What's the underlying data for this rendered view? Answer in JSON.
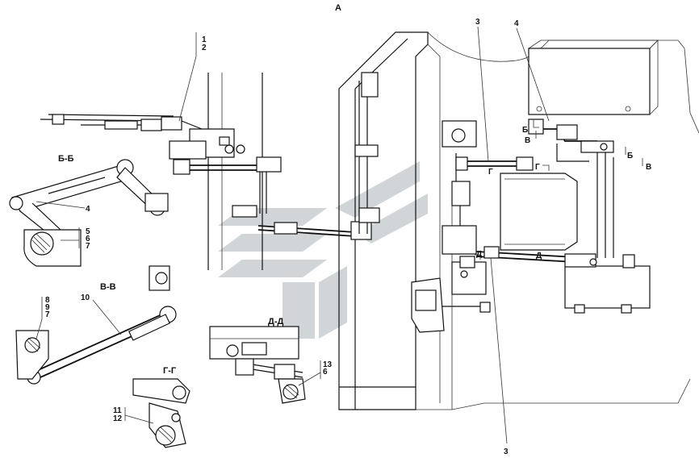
{
  "view_labels": {
    "main": "А",
    "section_bb": "Б-Б",
    "section_vv": "В-В",
    "section_gg": "Г-Г",
    "section_dd": "Д-Д"
  },
  "section_markers": {
    "b1": "Б",
    "v1": "В",
    "b2": "Б",
    "v2": "В",
    "g1": "Г",
    "g2": "Г",
    "d1": "Д",
    "d2": "Д"
  },
  "callouts": {
    "c1": "1",
    "c2": "2",
    "c3_top": "3",
    "c4_top": "4",
    "c3_bottom": "3",
    "c4_bb": "4",
    "c5": "5",
    "c6_bb": "6",
    "c7_bb": "7",
    "c10": "10",
    "c8": "8",
    "c9": "9",
    "c7_vv": "7",
    "c11": "11",
    "c12": "12",
    "c13": "13",
    "c6_dd": "6"
  },
  "colors": {
    "line": "#111111",
    "watermark": "#c9ced1",
    "background": "#ffffff"
  }
}
